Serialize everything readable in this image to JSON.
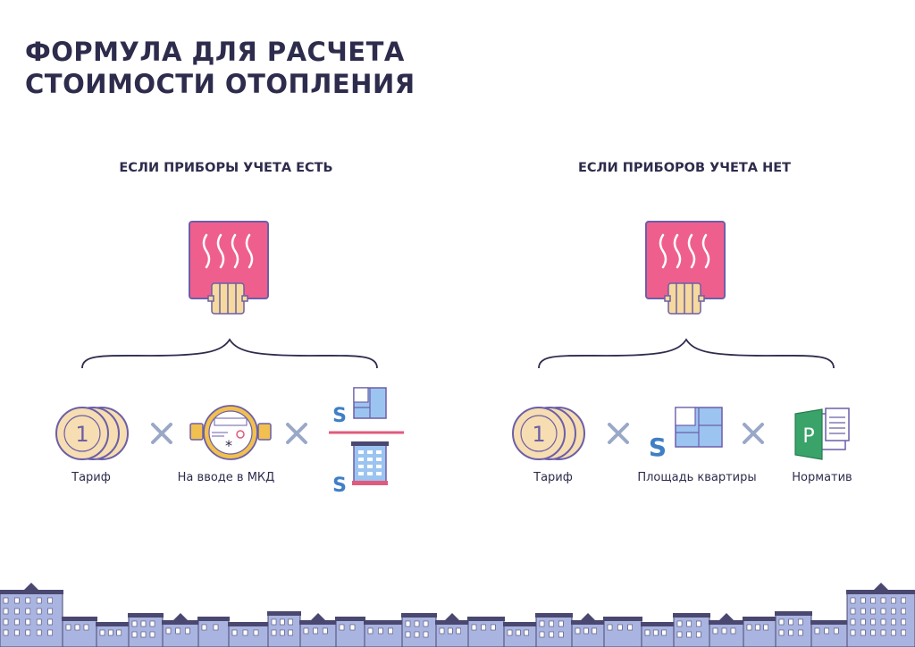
{
  "title": {
    "line1": "ФОРМУЛА ДЛЯ РАСЧЕТА",
    "line2": "СТОИМОСТИ ОТОПЛЕНИЯ"
  },
  "left": {
    "heading": "ЕСЛИ ПРИБОРЫ УЧЕТА ЕСТЬ",
    "items": [
      {
        "label": "Тариф",
        "icon": "coins-icon"
      },
      {
        "label": "На вводе в МКД",
        "icon": "meter-icon"
      },
      {
        "label": "",
        "icon": "fraction-area-icon"
      }
    ],
    "coin_text": "1",
    "fraction_top": "S",
    "fraction_bottom": "S"
  },
  "right": {
    "heading": "ЕСЛИ ПРИБОРОВ УЧЕТА НЕТ",
    "items": [
      {
        "label": "Тариф",
        "icon": "coins-icon"
      },
      {
        "label": "Площадь квартиры",
        "icon": "floorplan-icon"
      },
      {
        "label": "Норматив",
        "icon": "document-icon"
      }
    ],
    "coin_text": "1",
    "area_symbol": "S",
    "doc_letter": "P"
  },
  "colors": {
    "heater": "#ee5f8e",
    "radiator": "#f6d99c",
    "coin": "#f7ddb2",
    "outline": "#6b5fa8",
    "cross": "#9aa8c8",
    "blue": "#3f7fc6",
    "navy": "#2e2c4c",
    "building": "#aab4e0",
    "roof": "#4a4870",
    "doc": "#3aa36a"
  }
}
